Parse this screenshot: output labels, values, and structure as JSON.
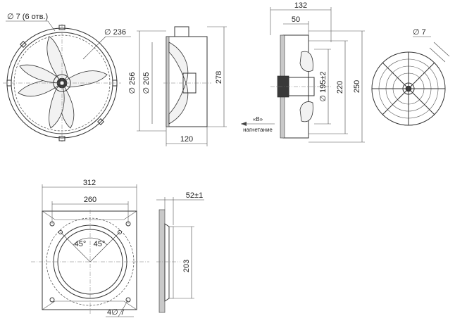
{
  "views": {
    "front": {
      "holes_label": "∅ 7 (6 отв.)",
      "outer_dia_label": "∅ 236"
    },
    "side": {
      "dia_256": "∅ 256",
      "dia_205": "∅ 205",
      "height_278": "278",
      "depth_120": "120"
    },
    "section": {
      "width_132": "132",
      "width_50": "50",
      "dia_195": "∅ 195±2",
      "height_220": "220",
      "height_250": "250",
      "flow_label": "«B»",
      "flow_caption": "нагнетание"
    },
    "grille": {
      "hole_label": "∅ 7"
    },
    "plate": {
      "width_312": "312",
      "width_260": "260",
      "angle_left": "45°",
      "angle_right": "45°",
      "holes_label": "4∅ 7"
    },
    "plate_side": {
      "depth_52": "52±1",
      "height_203": "203"
    }
  }
}
